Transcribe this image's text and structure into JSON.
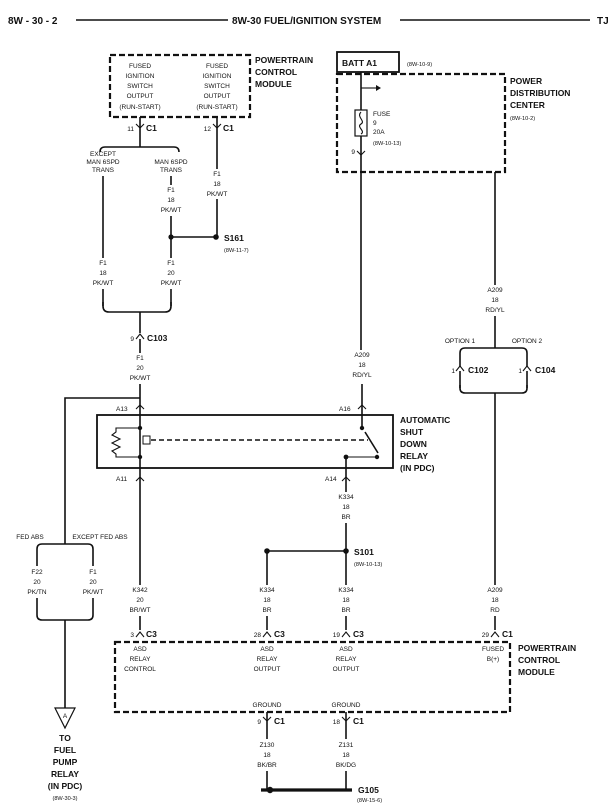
{
  "header": {
    "page": "8W - 30 - 2",
    "title": "8W-30 FUEL/IGNITION SYSTEM",
    "model": "TJ"
  },
  "pcm_top": {
    "col1": [
      "FUSED",
      "IGNITION",
      "SWITCH",
      "OUTPUT",
      "(RUN-START)"
    ],
    "col2": [
      "FUSED",
      "IGNITION",
      "SWITCH",
      "OUTPUT",
      "(RUN-START)"
    ],
    "name": [
      "POWERTRAIN",
      "CONTROL",
      "MODULE"
    ],
    "pin1": {
      "cavity": "11",
      "connector": "C1"
    },
    "pin2": {
      "cavity": "12",
      "connector": "C1"
    }
  },
  "split_trans": {
    "left": [
      "EXCEPT",
      "MAN 6SPD",
      "TRANS"
    ],
    "right": [
      "MAN 6SPD",
      "TRANS"
    ]
  },
  "wires": {
    "f1_pin12": [
      "F1",
      "18",
      "PK/WT"
    ],
    "f1_man_upper": [
      "F1",
      "18",
      "PK/WT"
    ],
    "f1_except": [
      "F1",
      "18",
      "PK/WT"
    ],
    "f1_man_lower": [
      "F1",
      "20",
      "PK/WT"
    ],
    "f1_c103": [
      "F1",
      "20",
      "PK/WT"
    ],
    "a209_asd": [
      "A209",
      "18",
      "RD/YL"
    ],
    "a209_pdc": [
      "A209",
      "18",
      "RD/YL"
    ],
    "k342": [
      "K342",
      "20",
      "BR/WT"
    ],
    "k334_upper": [
      "K334",
      "18",
      "BR"
    ],
    "k334_left": [
      "K334",
      "18",
      "BR"
    ],
    "k334_right": [
      "K334",
      "18",
      "BR"
    ],
    "a209_pcm": [
      "A209",
      "18",
      "RD"
    ],
    "f22": [
      "F22",
      "20",
      "PK/TN"
    ],
    "f1_abs": [
      "F1",
      "20",
      "PK/WT"
    ],
    "z130": [
      "Z130",
      "18",
      "BK/BR"
    ],
    "z131": [
      "Z131",
      "18",
      "BK/DG"
    ]
  },
  "splices": {
    "s161": {
      "id": "S161",
      "ref": "(8W-11-7)"
    },
    "s101": {
      "id": "S101",
      "ref": "(8W-10-13)"
    }
  },
  "connectors": {
    "c103": {
      "cavity": "9",
      "id": "C103"
    },
    "c102": {
      "cavity": "1",
      "id": "C102"
    },
    "c104": {
      "cavity": "1",
      "id": "C104"
    }
  },
  "options": {
    "opt1": "OPTION 1",
    "opt2": "OPTION 2"
  },
  "asd_relay": {
    "name": [
      "AUTOMATIC",
      "SHUT",
      "DOWN",
      "RELAY",
      "(IN PDC)"
    ],
    "pins": {
      "a13": "A13",
      "a16": "A16",
      "a11": "A11",
      "a14": "A14"
    }
  },
  "batt": {
    "label": "BATT A1",
    "ref": "(8W-10-9)"
  },
  "pdc": {
    "name": [
      "POWER",
      "DISTRIBUTION",
      "CENTER"
    ],
    "ref": "(8W-10-2)",
    "fuse": [
      "FUSE",
      "9",
      "20A",
      "(8W-10-13)"
    ],
    "cavity": "9"
  },
  "abs_split": {
    "left": "FED ABS",
    "right": "EXCEPT FED ABS"
  },
  "fuel_pump": {
    "symbol": "A",
    "lines": [
      "TO",
      "FUEL",
      "PUMP",
      "RELAY",
      "(IN PDC)"
    ],
    "ref": "(8W-30-3)"
  },
  "pcm_bottom": {
    "name": [
      "POWERTRAIN",
      "CONTROL",
      "MODULE"
    ],
    "pins": [
      {
        "cavity": "3",
        "connector": "C3",
        "label": [
          "ASD",
          "RELAY",
          "CONTROL"
        ]
      },
      {
        "cavity": "28",
        "connector": "C3",
        "label": [
          "ASD",
          "RELAY",
          "OUTPUT"
        ]
      },
      {
        "cavity": "19",
        "connector": "C3",
        "label": [
          "ASD",
          "RELAY",
          "OUTPUT"
        ]
      },
      {
        "cavity": "29",
        "connector": "C1",
        "label": [
          "FUSED",
          "B(+)"
        ]
      }
    ],
    "grounds": [
      {
        "label": "GROUND",
        "cavity": "9",
        "connector": "C1"
      },
      {
        "label": "GROUND",
        "cavity": "18",
        "connector": "C1"
      }
    ]
  },
  "ground": {
    "id": "G105",
    "ref": "(8W-15-6)"
  }
}
